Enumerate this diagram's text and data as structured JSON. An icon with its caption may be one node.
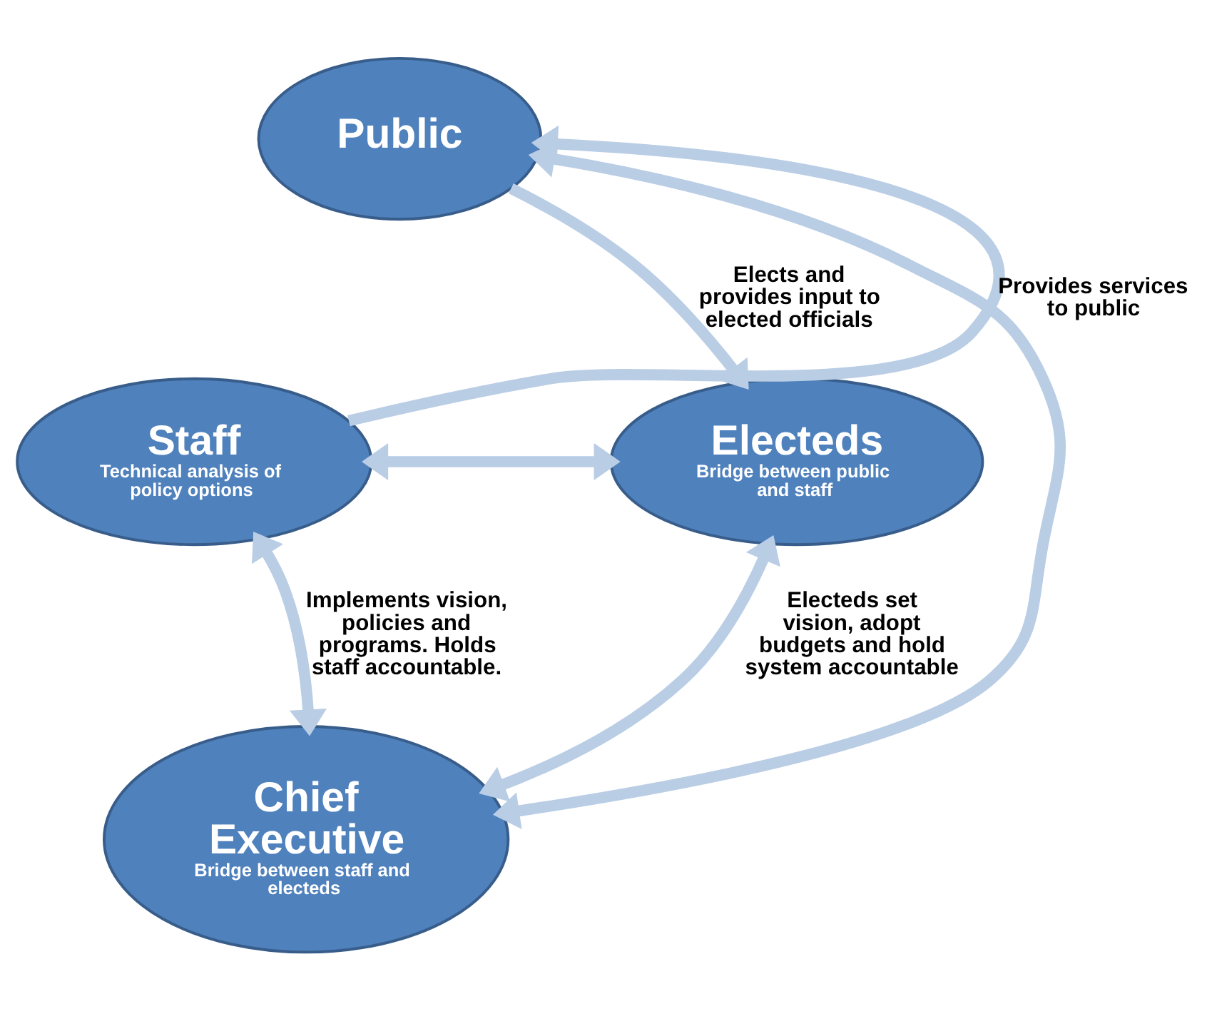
{
  "diagram": {
    "nodes": [
      {
        "text": [
          "Public"
        ]
      },
      {
        "text": [
          "Staff",
          "Technical analysis of policy options"
        ]
      },
      {
        "text": [
          "Electeds",
          "Bridge between public and staff"
        ]
      },
      {
        "text": [
          "Chief Executive",
          "Bridge between staff and electeds"
        ]
      }
    ],
    "edges": [
      {
        "from": 1,
        "to": 0,
        "arrow": "to",
        "label": "Provides services to public"
      },
      {
        "from": 0,
        "to": 2,
        "arrow": "to",
        "label": "Elects and provides input to elected officials"
      },
      {
        "from": 1,
        "to": 2,
        "arrow": "both"
      },
      {
        "from": 0,
        "to": 3,
        "arrow": "both"
      },
      {
        "from": 3,
        "to": 1,
        "arrow": "both",
        "label": "Implements vision, policies and programs. Holds staff accountable."
      },
      {
        "from": 3,
        "to": 2,
        "arrow": "both",
        "label": "Electeds set vision, adopt budgets and hold system accountable"
      }
    ]
  }
}
